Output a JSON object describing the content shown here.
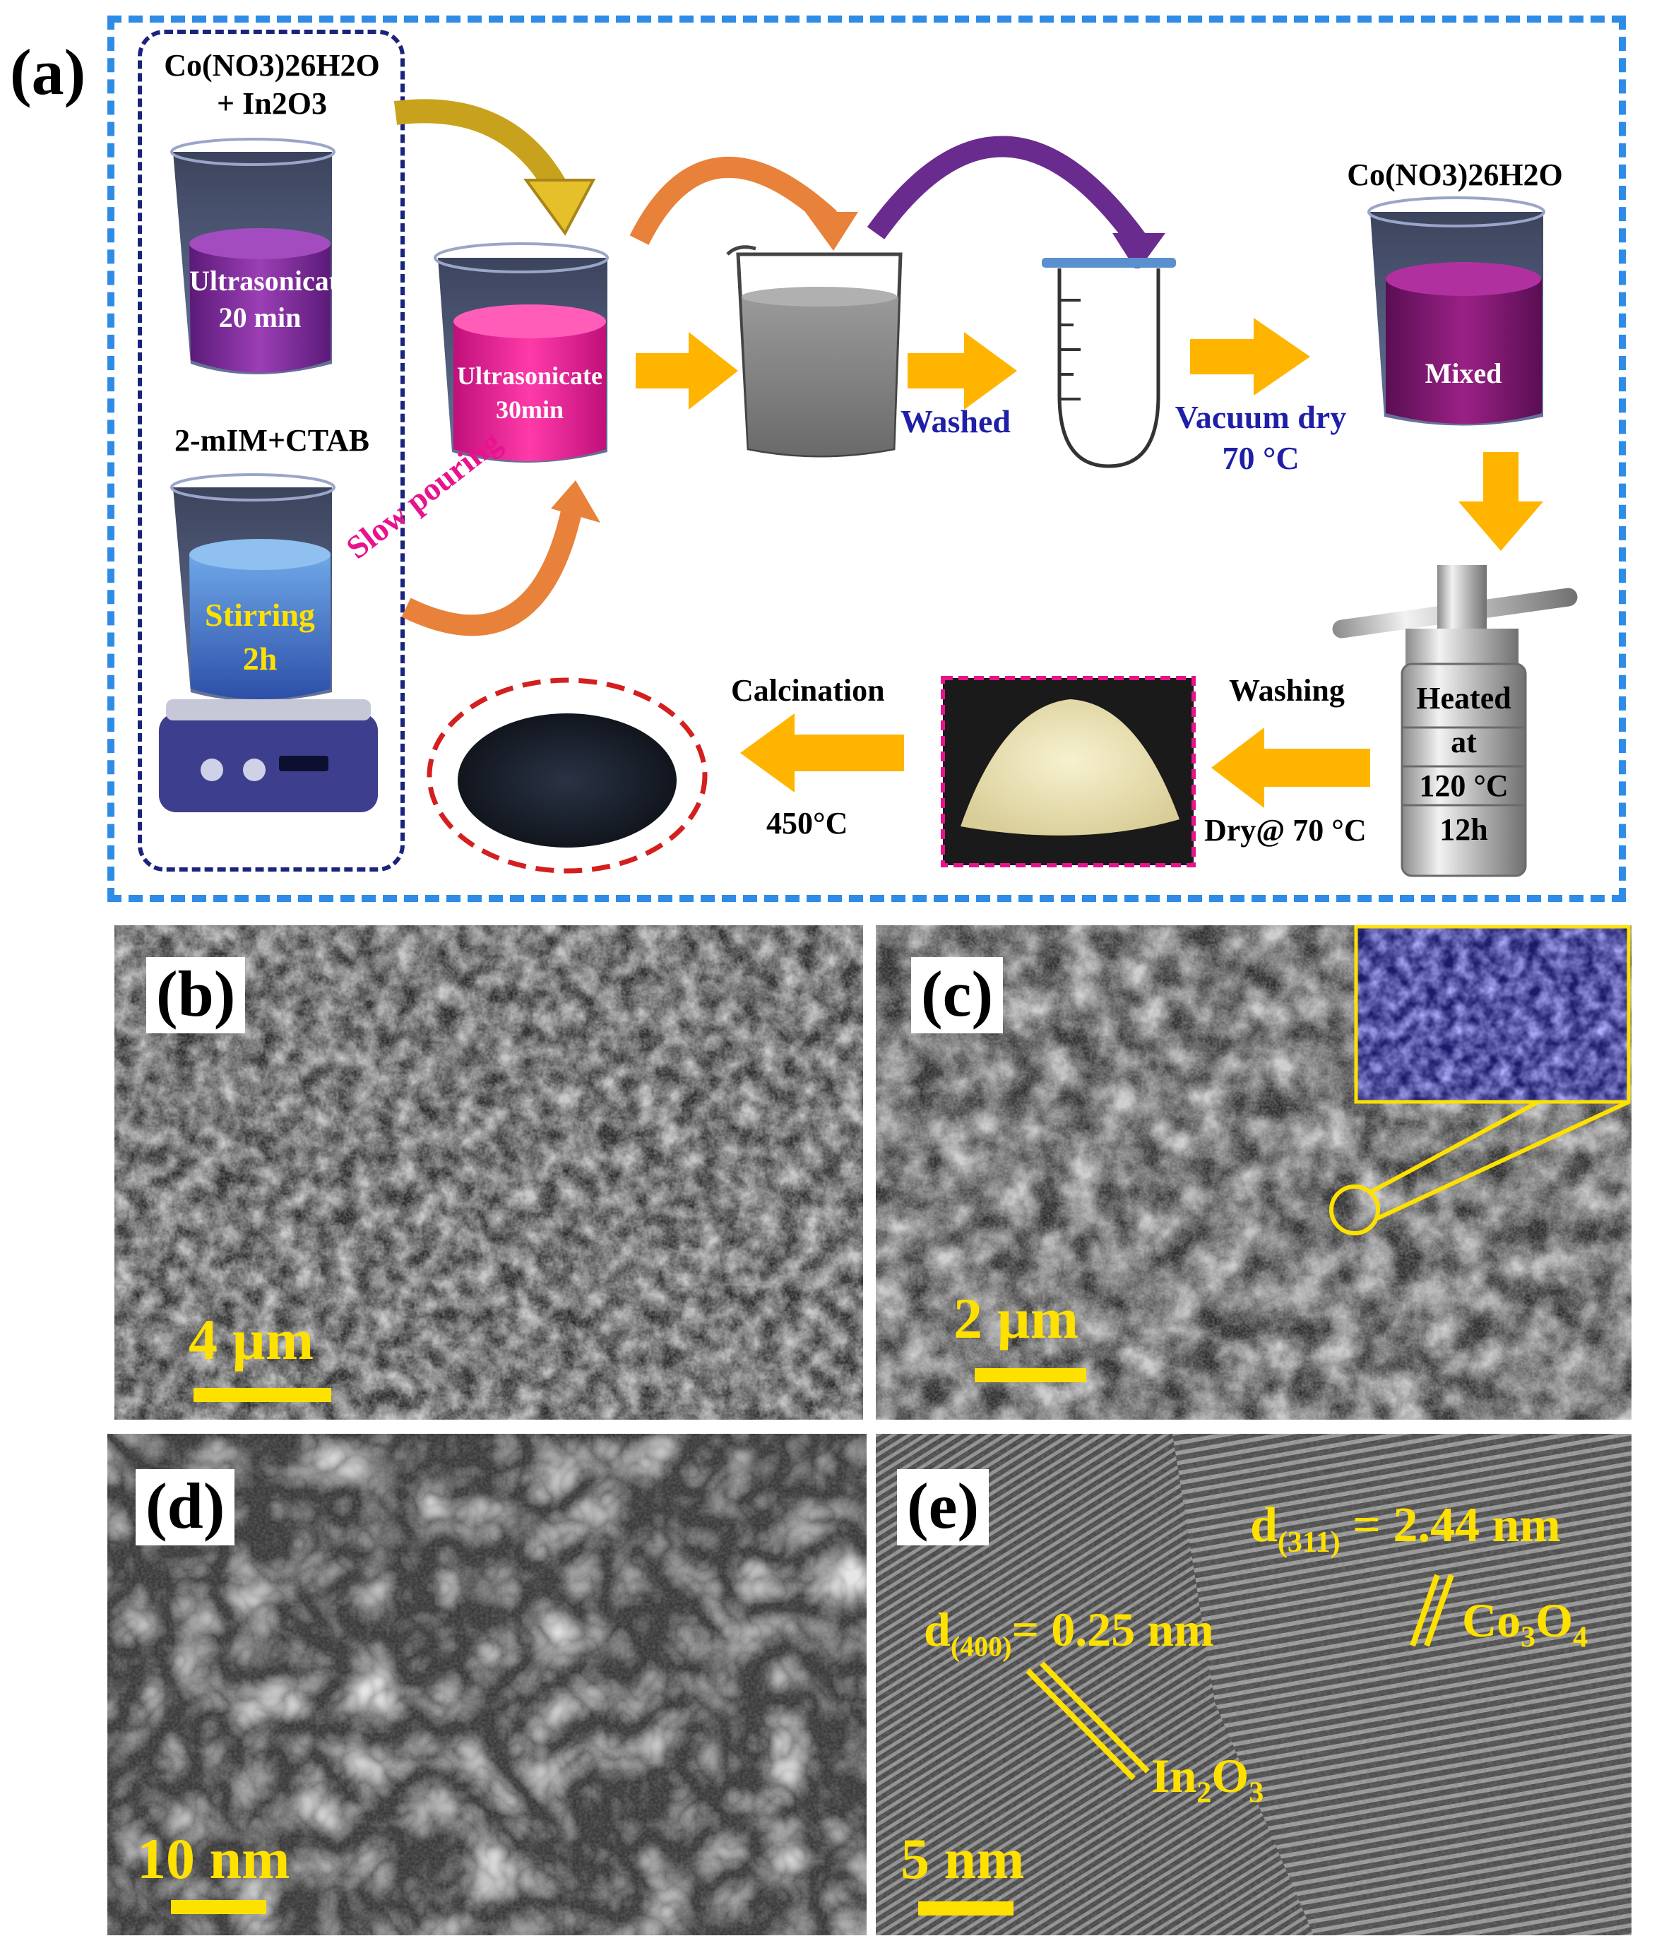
{
  "panel_a": {
    "label": "(a)",
    "reagent_top_line1": "Co(NO3)26H2O",
    "reagent_top_line2": "+ In2O3",
    "beaker1_line1": "Ultrasonicate",
    "beaker1_line2": "20 min",
    "reagent_bottom": "2-mIM+CTAB",
    "beaker2_line1": "Stirring",
    "beaker2_line2": "2h",
    "beaker3_line1": "Ultrasonicate",
    "beaker3_line2": "30min",
    "slow_pouring": "Slow pouring",
    "washed": "Washed",
    "vacuum_dry_line1": "Vacuum dry",
    "vacuum_dry_line2": "70 °C",
    "reagent_right": "Co(NO3)26H2O",
    "mixed": "Mixed",
    "heated_line1": "Heated",
    "heated_line2": "at",
    "heated_line3": "120 °C",
    "heated_line4": "12h",
    "washing": "Washing",
    "dry": "Dry@ 70 °C",
    "calcination": "Calcination",
    "calcination_temp": "450°C"
  },
  "panel_b": {
    "label": "(b)",
    "scale": "4 µm"
  },
  "panel_c": {
    "label": "(c)",
    "scale": "2 µm"
  },
  "panel_d": {
    "label": "(d)",
    "scale": "10 nm"
  },
  "panel_e": {
    "label": "(e)",
    "scale": "5 nm",
    "d311_prefix": "d",
    "d311_sub": "(311)",
    "d311_value": " = 2.44 nm",
    "co3o4_a": "Co",
    "co3o4_b": "3",
    "co3o4_c": "O",
    "co3o4_d": "4",
    "d400_prefix": "d",
    "d400_sub": "(400)",
    "d400_value": "= 0.25 nm",
    "in2o3_a": "In",
    "in2o3_b": "2",
    "in2o3_c": "O",
    "in2o3_d": "3"
  },
  "colors": {
    "frame_blue": "#2e8be6",
    "inner_navy": "#1a237e",
    "arrow_orange": "#ffb400",
    "scale_yellow": "#ffe100",
    "purple": "#8b2e9c",
    "magenta": "#e8138c",
    "mixed_purple": "#7a1468"
  }
}
